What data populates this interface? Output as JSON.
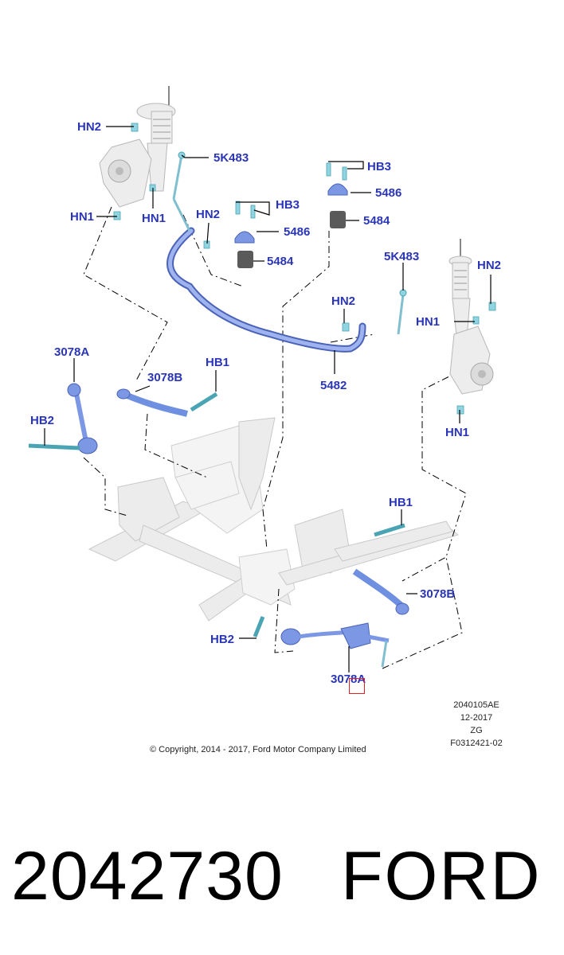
{
  "labels": {
    "hn2_a": "HN2",
    "k5483_a": "5K483",
    "hn1_a": "HN1",
    "hn1_b": "HN1",
    "hn2_b": "HN2",
    "hb3_a": "HB3",
    "p5486_a": "5486",
    "p5484_a": "5484",
    "hb3_b": "HB3",
    "p5486_b": "5486",
    "p5484_b": "5484",
    "k5483_b": "5K483",
    "hn2_c": "HN2",
    "hn2_d": "HN2",
    "hn1_c": "HN1",
    "p3078a_a": "3078A",
    "p3078b_a": "3078B",
    "hb1_a": "HB1",
    "p5482": "5482",
    "hb2_a": "HB2",
    "hn1_d": "HN1",
    "hb1_b": "HB1",
    "p3078b_b": "3078B",
    "hb2_b": "HB2",
    "p3078a_b": "3078A"
  },
  "meta": {
    "drawing_no": "2040105AE",
    "date": "12-2017",
    "code": "ZG",
    "ref": "F0312421-02"
  },
  "copyright": "© Copyright, 2014 - 2017, Ford Motor Company Limited",
  "part_number": "2042730",
  "brand": "FORD",
  "colors": {
    "label": "#2a35b8",
    "part_blue": "#6f8fe0",
    "part_cyan": "#8fd4e0",
    "bushing": "#5a5a5a",
    "frame": "#e4e4e4",
    "highlight": "#e0202a"
  }
}
